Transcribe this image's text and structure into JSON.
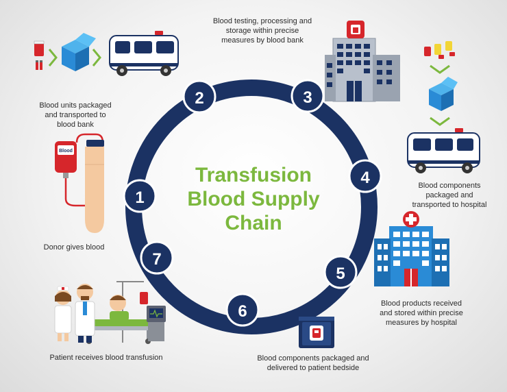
{
  "title": {
    "line1": "Transfusion",
    "line2": "Blood Supply",
    "line3": "Chain"
  },
  "colors": {
    "ring": "#1b3263",
    "title": "#7cb83e",
    "accent_blue": "#2a8bd6",
    "accent_red": "#d6262b",
    "text": "#2b2b2b"
  },
  "steps": [
    {
      "number": "1",
      "caption": "Donor gives blood",
      "icon": "blood-donation-icon"
    },
    {
      "number": "2",
      "caption": "Blood units packaged\nand transported to\nblood bank",
      "icon": "van-icon"
    },
    {
      "number": "3",
      "caption": "Blood testing, processing and\nstorage within precise\nmeasures by blood bank",
      "icon": "blood-bank-building-icon"
    },
    {
      "number": "4",
      "caption": "Blood components\npackaged and\ntransported to hospital",
      "icon": "van-icon"
    },
    {
      "number": "5",
      "caption": "Blood products received\nand stored within precise\nmeasures by hospital",
      "icon": "hospital-building-icon"
    },
    {
      "number": "6",
      "caption": "Blood components packaged and\ndelivered to patient bedside",
      "icon": "cooler-box-icon"
    },
    {
      "number": "7",
      "caption": "Patient receives blood transfusion",
      "icon": "patient-bed-icon"
    }
  ],
  "bag_label": "Blood"
}
